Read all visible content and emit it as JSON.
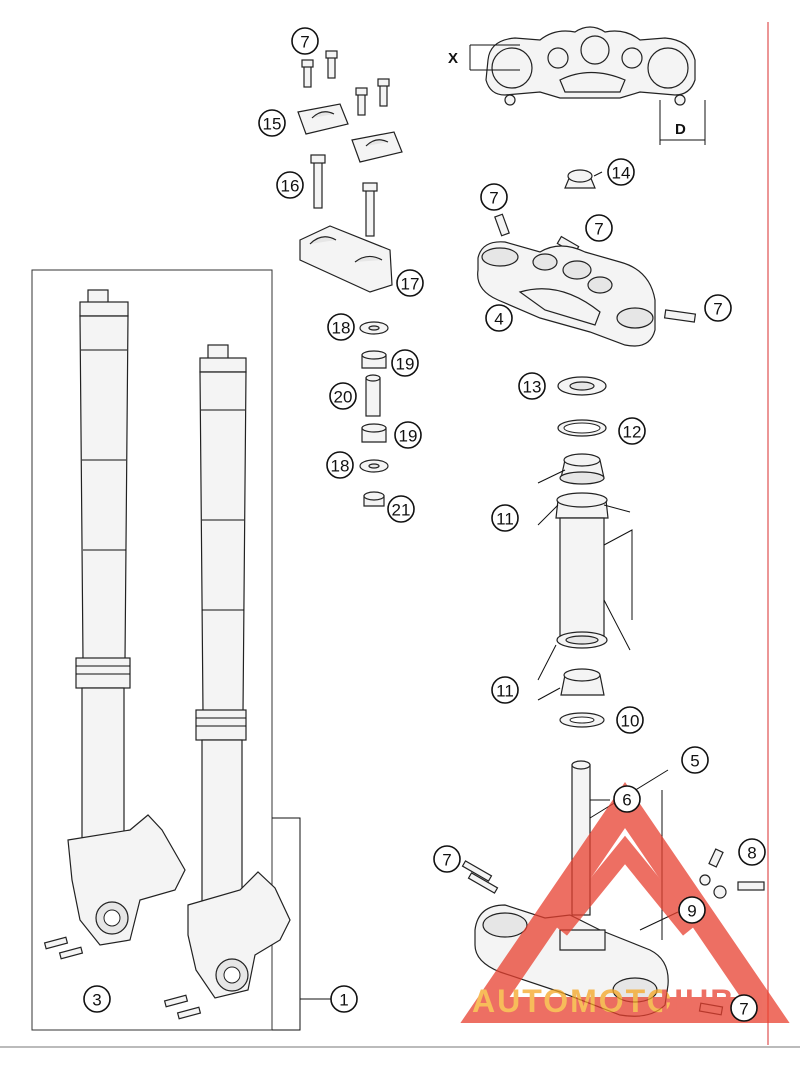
{
  "dimensions": {
    "x_label": "X",
    "d_label": "D"
  },
  "callouts": [
    {
      "id": "c7a",
      "label": "7"
    },
    {
      "id": "c15",
      "label": "15"
    },
    {
      "id": "c16",
      "label": "16"
    },
    {
      "id": "c17",
      "label": "17"
    },
    {
      "id": "c18a",
      "label": "18"
    },
    {
      "id": "c19a",
      "label": "19"
    },
    {
      "id": "c20",
      "label": "20"
    },
    {
      "id": "c19b",
      "label": "19"
    },
    {
      "id": "c18b",
      "label": "18"
    },
    {
      "id": "c21",
      "label": "21"
    },
    {
      "id": "c14",
      "label": "14"
    },
    {
      "id": "c7b",
      "label": "7"
    },
    {
      "id": "c7c",
      "label": "7"
    },
    {
      "id": "c4",
      "label": "4"
    },
    {
      "id": "c7d",
      "label": "7"
    },
    {
      "id": "c13",
      "label": "13"
    },
    {
      "id": "c12",
      "label": "12"
    },
    {
      "id": "c11a",
      "label": "11"
    },
    {
      "id": "c11b",
      "label": "11"
    },
    {
      "id": "c10",
      "label": "10"
    },
    {
      "id": "c5",
      "label": "5"
    },
    {
      "id": "c6",
      "label": "6"
    },
    {
      "id": "c8",
      "label": "8"
    },
    {
      "id": "c7e",
      "label": "7"
    },
    {
      "id": "c9",
      "label": "9"
    },
    {
      "id": "c7f",
      "label": "7"
    },
    {
      "id": "c3",
      "label": "3"
    },
    {
      "id": "c1",
      "label": "1"
    }
  ],
  "watermark": {
    "part1": "AUTOMOTO",
    "part2": "HUB"
  },
  "colors": {
    "line": "#222222",
    "watermark_red": "#e8402f",
    "watermark_orange": "#f5a623",
    "margin_line": "#e05050"
  }
}
